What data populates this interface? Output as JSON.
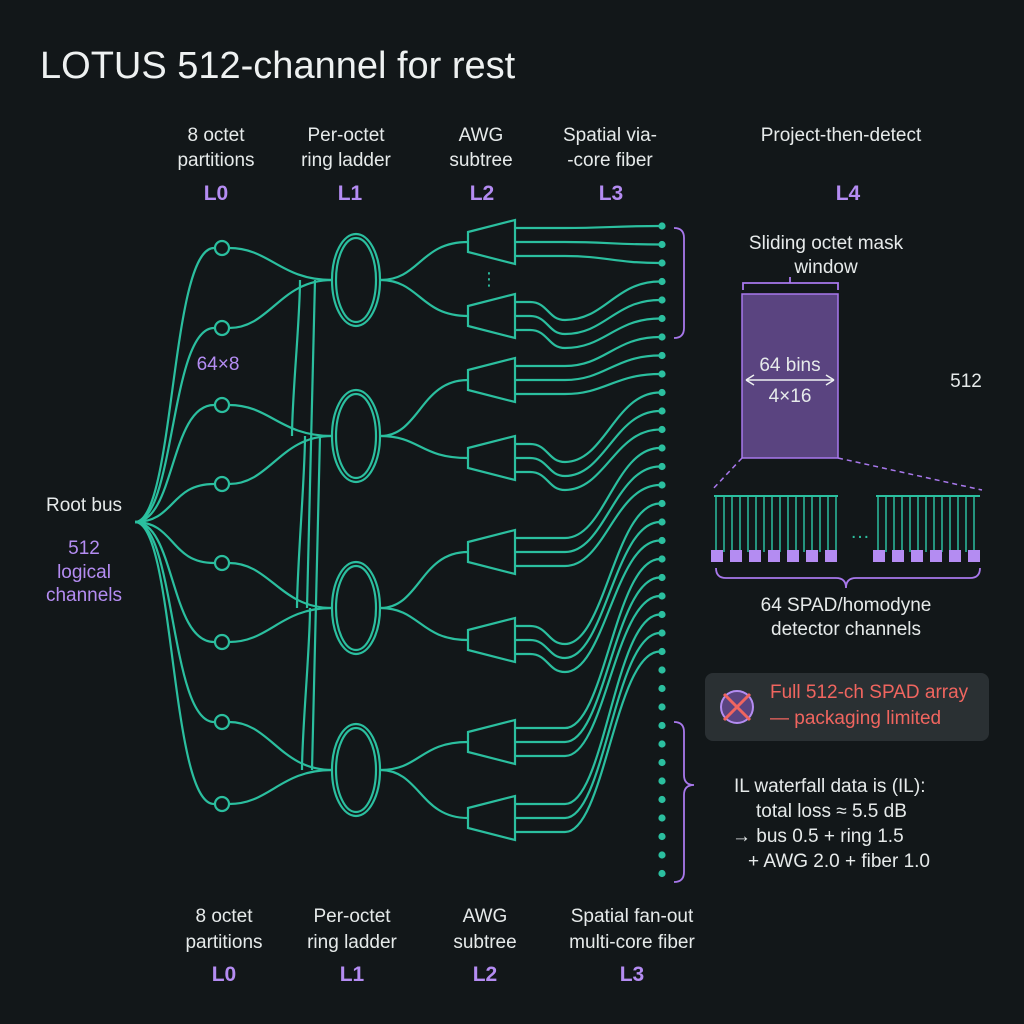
{
  "title": "LOTUS 512-channel for rest",
  "top_levels": [
    {
      "line1": "8 octet",
      "line2": "partitions",
      "level": "L0"
    },
    {
      "line1": "Per-octet",
      "line2": "ring ladder",
      "level": "L1"
    },
    {
      "line1": "AWG",
      "line2": "subtree",
      "level": "L2"
    },
    {
      "line1": "Spatial via-",
      "line2": "-core fiber",
      "level": "L3"
    },
    {
      "line1": "Project-then-detect",
      "line2": "",
      "level": "L4"
    }
  ],
  "bottom_levels": [
    {
      "line1": "8 octet",
      "line2": "partitions",
      "level": "L0"
    },
    {
      "line1": "Per-octet",
      "line2": "ring ladder",
      "level": "L1"
    },
    {
      "line1": "AWG",
      "line2": "subtree",
      "level": "L2"
    },
    {
      "line1": "Spatial fan-out",
      "line2": "multi-core fiber",
      "level": "L3"
    }
  ],
  "root": {
    "label": "Root bus",
    "sub": [
      "512",
      "logical",
      "channels"
    ]
  },
  "partition_label": "64×8",
  "awg_ellipsis": "⋮",
  "mask": {
    "title": [
      "Sliding octet mask",
      "window"
    ],
    "bins": "64 bins",
    "grid": "4×16",
    "side_label": "512"
  },
  "detector_ellipsis": "…",
  "detector_label": [
    "64 SPAD/homodyne",
    "detector channels"
  ],
  "warning": {
    "icon": "crossed-circle-icon",
    "lines": [
      "Full 512-ch SPAD array",
      "— packaging limited"
    ]
  },
  "il_note": [
    "IL waterfall data is (IL):",
    "total loss ≈ 5.5 dB",
    "→ bus 0.5 + ring 1.5",
    "+ AWG 2.0 + fiber 1.0"
  ],
  "colors": {
    "background": "#121719",
    "waveguide": "#2bbf9f",
    "accent": "#b48cf2",
    "warning": "#f0655f",
    "mask_fill": "#5a4480"
  }
}
